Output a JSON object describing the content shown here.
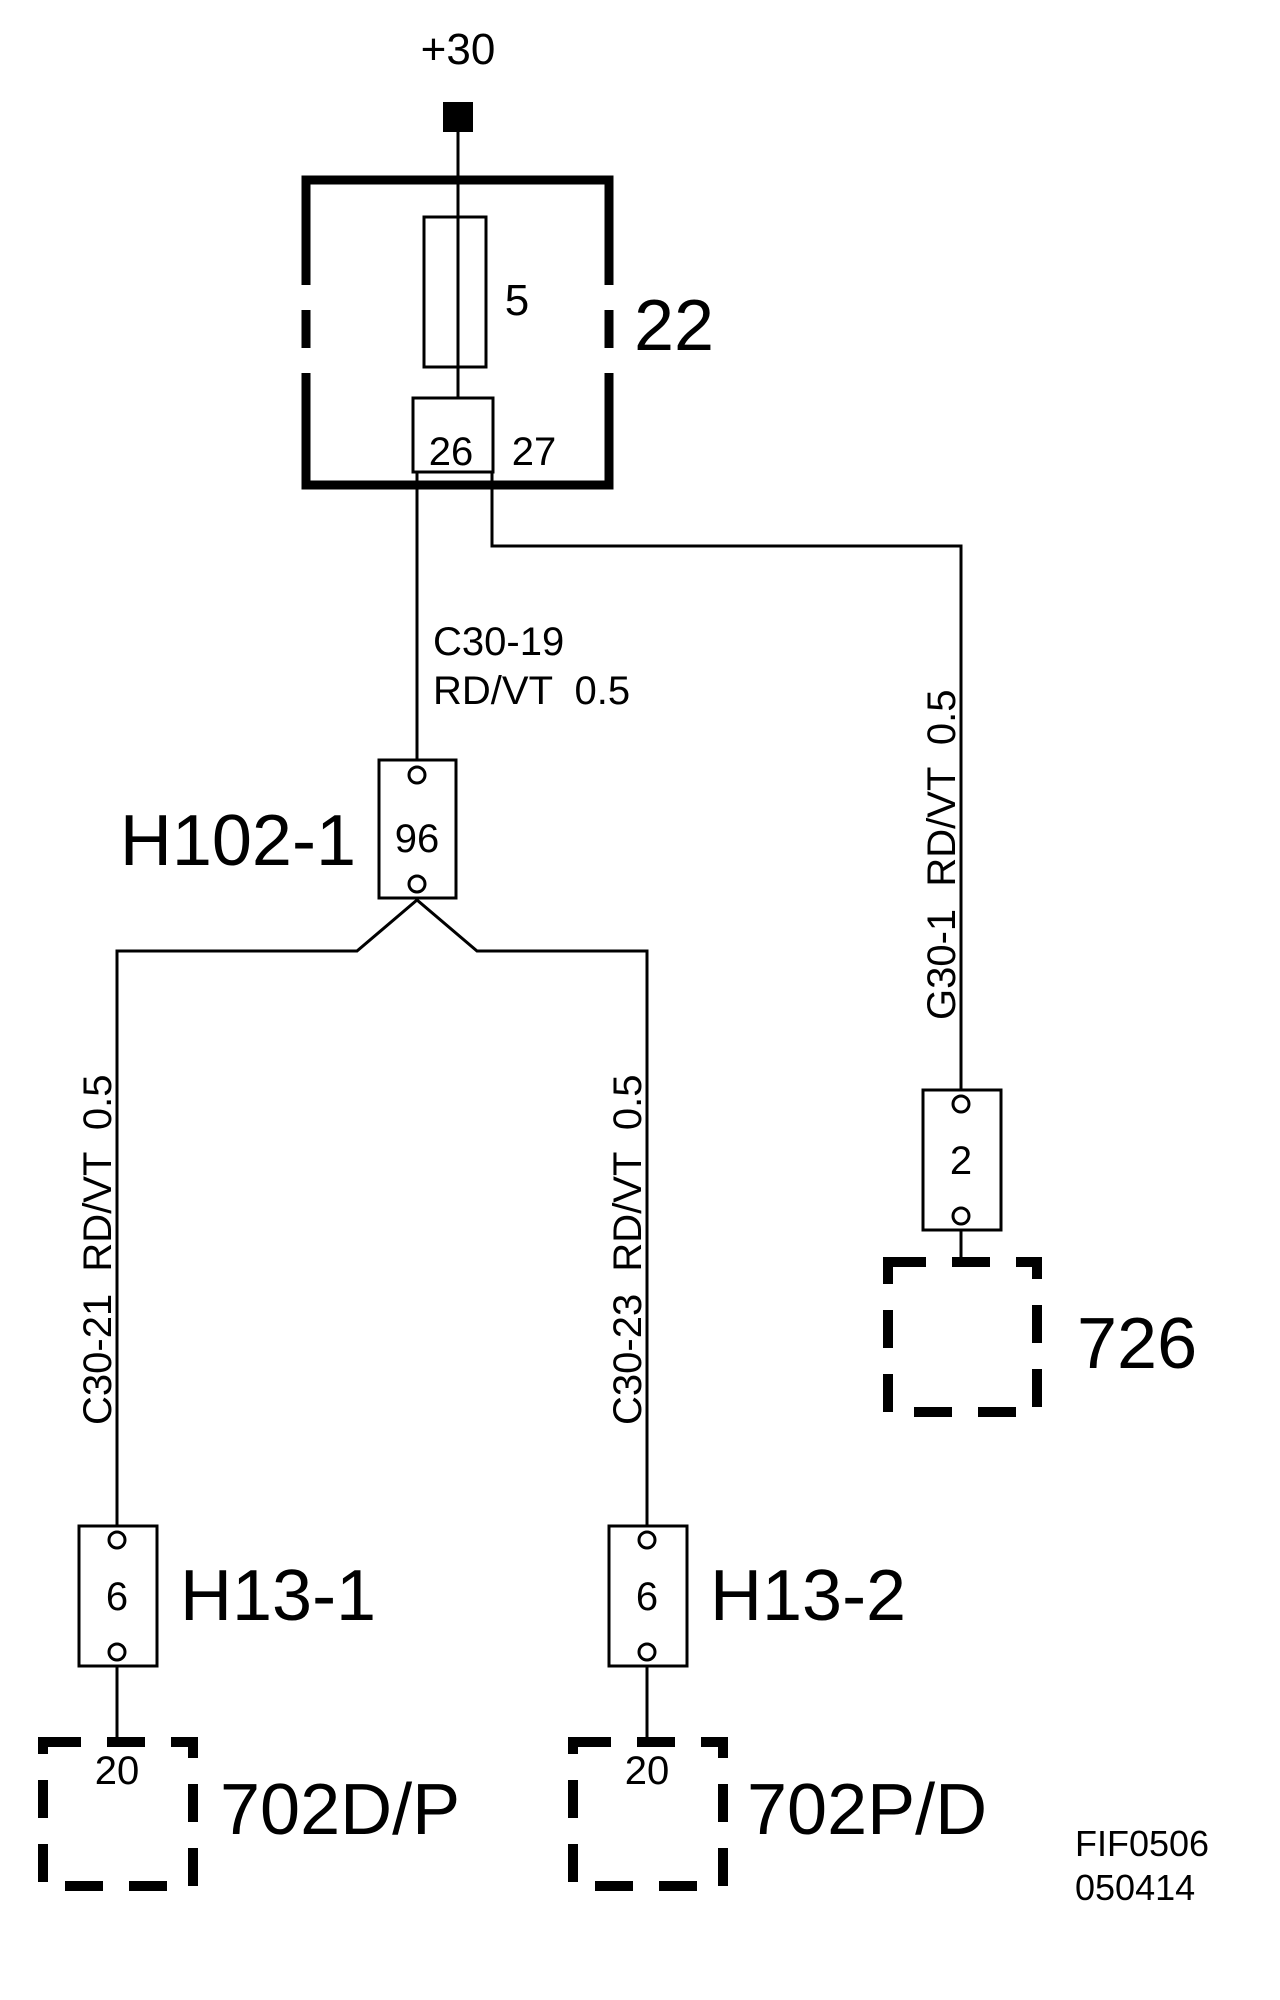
{
  "supply": {
    "label": "+30"
  },
  "fuse_box": {
    "id": "22",
    "fuse_rating": "5",
    "pin_left": "26",
    "pin_right": "27"
  },
  "wires": {
    "c30_19": {
      "line1": "C30-19",
      "line2": "RD/VT  0.5"
    },
    "g30_1": "G30-1  RD/VT  0.5",
    "c30_21": "C30-21  RD/VT  0.5",
    "c30_23": "C30-23  RD/VT  0.5"
  },
  "connectors": {
    "h102": {
      "id": "H102-1",
      "pin": "96"
    },
    "h13_1": {
      "id": "H13-1",
      "pin": "6"
    },
    "h13_2": {
      "id": "H13-2",
      "pin": "6"
    },
    "c726_pin": {
      "pin": "2"
    }
  },
  "components": {
    "c726": {
      "id": "726"
    },
    "c702dp": {
      "id": "702D/P",
      "pin": "20"
    },
    "c702pd": {
      "id": "702P/D",
      "pin": "20"
    }
  },
  "footer": {
    "code": "FIF0506",
    "date": "050414"
  }
}
